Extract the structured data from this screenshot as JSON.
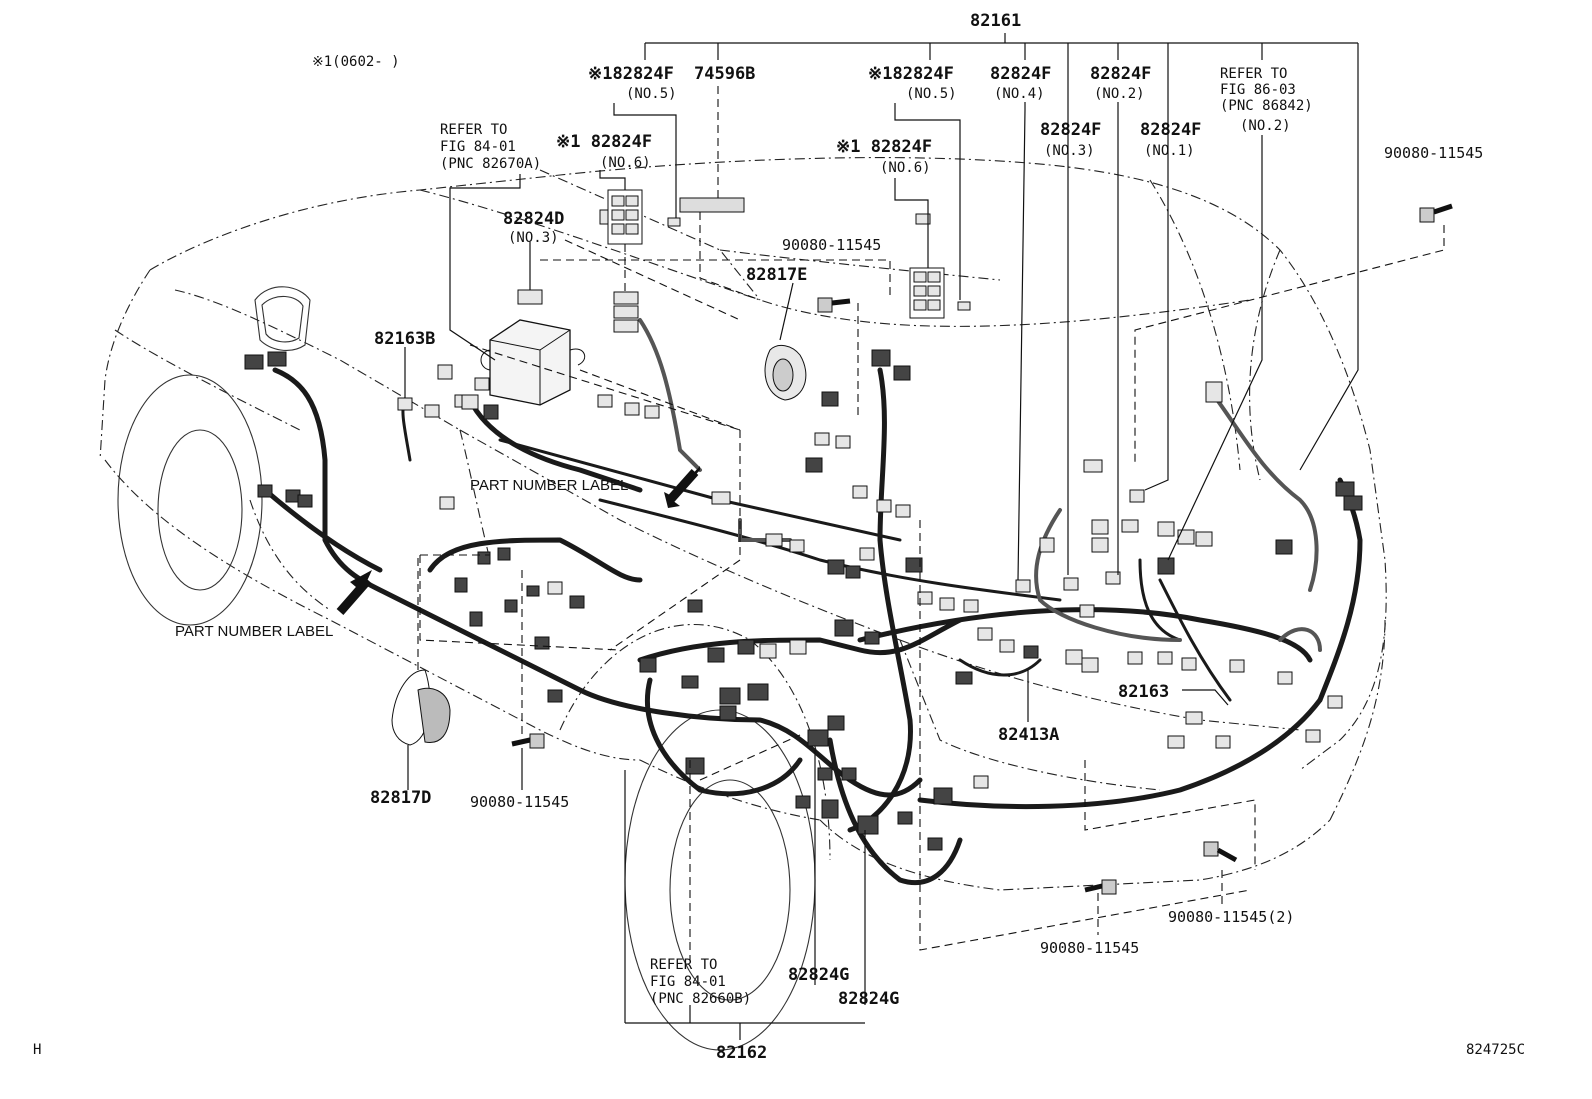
{
  "note_top": "※1(0602-      )",
  "footer_left": "H",
  "footer_right": "824725C",
  "labels": {
    "p82161": "82161",
    "p82162": "82162",
    "p82163": "82163",
    "p82163b": "82163B",
    "p82413a": "82413A",
    "p82817d": "82817D",
    "p82817e": "82817E",
    "p82824d": "82824D",
    "p82824d_no": "(NO.3)",
    "p74596b": "74596B",
    "f_left_no5": "※182824F",
    "f_left_no5_no": "(NO.5)",
    "f_left_no6": "※1 82824F",
    "f_left_no6_no": "(NO.6)",
    "f_mid_no5": "※182824F",
    "f_mid_no5_no": "(NO.5)",
    "f_mid_no6": "※1 82824F",
    "f_mid_no6_no": "(NO.6)",
    "f_no4": "82824F",
    "f_no4_no": "(NO.4)",
    "f_no2": "82824F",
    "f_no2_no": "(NO.2)",
    "f_no3": "82824F",
    "f_no3_no": "(NO.3)",
    "f_no1": "82824F",
    "f_no1_no": "(NO.1)",
    "g1": "82824G",
    "g2": "82824G",
    "bolt_topright": "90080-11545",
    "bolt_mid": "90080-11545",
    "bolt_left": "90080-11545",
    "bolt_bottom": "90080-11545",
    "bolt_right2": "90080-11545(2)"
  },
  "refs": {
    "ref1": [
      "REFER TO",
      "FIG 84-01",
      "(PNC 82670A)"
    ],
    "ref2": [
      "REFER TO",
      "FIG 86-03",
      "(PNC 86842)",
      "(NO.2)"
    ],
    "ref3": [
      "REFER TO",
      "FIG 84-01",
      "(PNC 82660B)"
    ]
  },
  "part_number_label_1": "PART NUMBER LABEL",
  "part_number_label_2": "PART NUMBER LABEL"
}
